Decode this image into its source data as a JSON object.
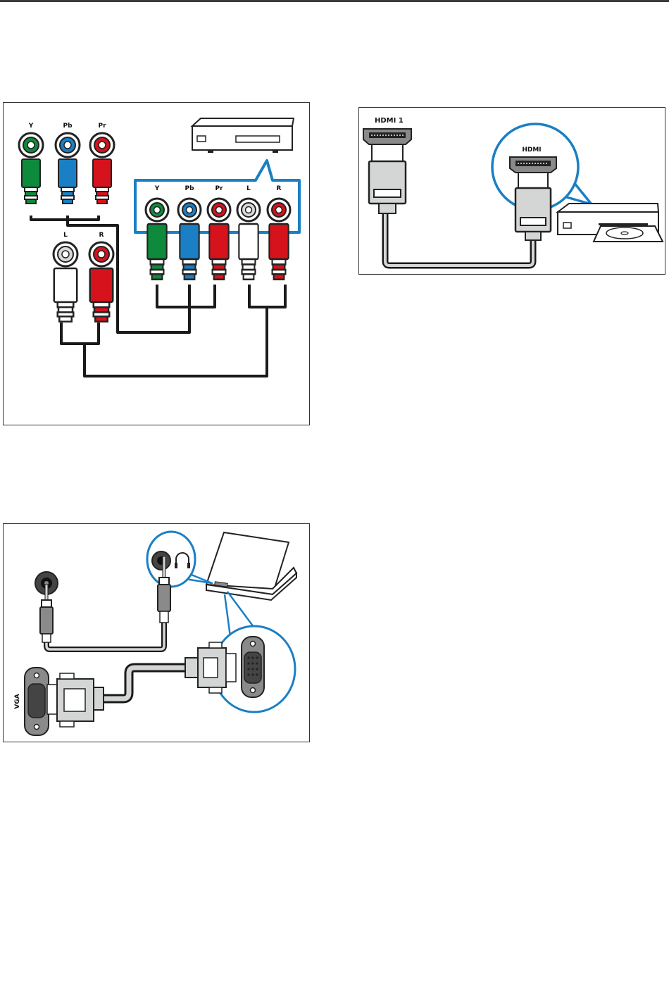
{
  "figures": {
    "component": {
      "source_labels": [
        "Y",
        "Pb",
        "Pr"
      ],
      "audio_labels": [
        "L",
        "R"
      ],
      "device_labels": [
        "Y",
        "Pb",
        "Pr",
        "L",
        "R"
      ]
    },
    "hdmi": {
      "tv_port_label": "HDMI 1",
      "device_port_label": "HDMI"
    },
    "vga": {
      "vga_label": "VGA"
    }
  },
  "colors": {
    "y_green": "#0e8a3c",
    "pb_blue": "#1a7fc4",
    "pr_red": "#d6121c",
    "callout_blue": "#1a7fc4",
    "cable": "#1a1a1a",
    "connector_gray": "#d4d6d6"
  }
}
